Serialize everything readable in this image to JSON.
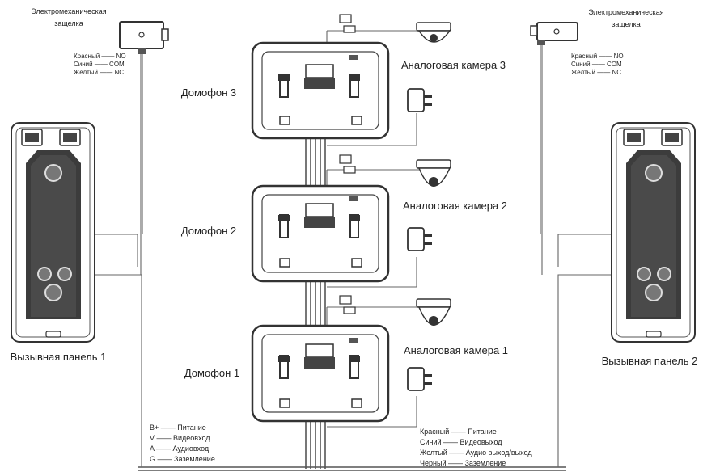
{
  "labels": {
    "lock_left": [
      "Электромеханическая",
      "защелка"
    ],
    "lock_right": [
      "Электромеханическая",
      "защелка"
    ],
    "lock_left_wires": [
      "Красный —— NO",
      "Синий —— COM",
      "Желтый —— NC"
    ],
    "lock_right_wires": [
      "Красный —— NO",
      "Синий —— COM",
      "Желтый —— NC"
    ],
    "panel_left": "Вызывная панель 1",
    "panel_right": "Вызывная панель 2",
    "monitor_3": "Домофон 3",
    "monitor_2": "Домофон 2",
    "monitor_1": "Домофон 1",
    "camera_3": "Аналоговая камера 3",
    "camera_2": "Аналоговая камера 2",
    "camera_1": "Аналоговая камера 1",
    "panel_wiring": [
      "B+ —— Питание",
      "V —— Видеовход",
      "A —— Аудиовход",
      "G —— Заземление"
    ],
    "camera_wiring": [
      "Красный —— Питание",
      "Синий —— Видеовыход",
      "Желтый —— Аудио выход/выход",
      "Черный —— Заземление"
    ]
  }
}
